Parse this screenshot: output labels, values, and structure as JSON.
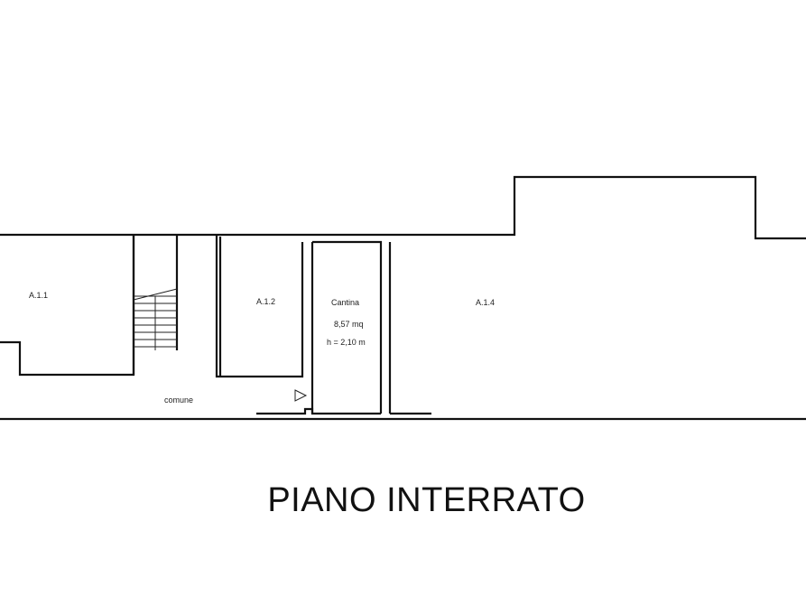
{
  "plan": {
    "rooms": [
      {
        "label": "A.1.1"
      },
      {
        "label": "A.1.2"
      },
      {
        "label": "Cantina",
        "area": "8,57 mq",
        "height": "h = 2,10 m"
      },
      {
        "label": "A.1.4"
      }
    ],
    "common_area_label": "comune",
    "title": "PIANO INTERRATO"
  }
}
